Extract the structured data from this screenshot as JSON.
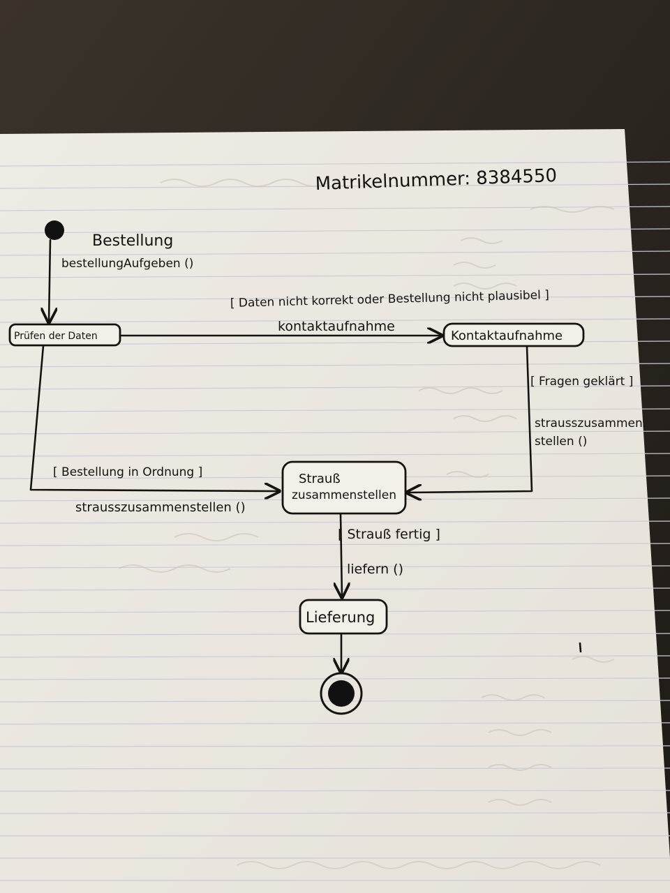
{
  "header": {
    "student_id_text": "Matrikelnummer: 8384550"
  },
  "diagram": {
    "initial_event": "Bestellung",
    "initial_action": "bestellungAufgeben ()",
    "states": {
      "pruefen": "Prüfen der Daten",
      "kontakt": "Kontaktaufnahme",
      "strauss_line1": "Strauß",
      "strauss_line2": "zusammenstellen",
      "lieferung": "Lieferung"
    },
    "transitions": {
      "to_kontakt_guard": "[ Daten nicht korrekt oder Bestellung nicht plausibel ]",
      "to_kontakt_action": "kontaktaufnahme",
      "kontakt_to_strauss_guard": "[ Fragen geklärt ]",
      "kontakt_to_strauss_action_line1": "strausszusammen.",
      "kontakt_to_strauss_action_line2": "stellen ()",
      "pruefen_to_strauss_guard": "[ Bestellung in Ordnung ]",
      "pruefen_to_strauss_action": "strausszusammenstellen ()",
      "strauss_to_lieferung_guard": "[ Strauß fertig ]",
      "strauss_to_lieferung_action": "liefern ()"
    }
  }
}
